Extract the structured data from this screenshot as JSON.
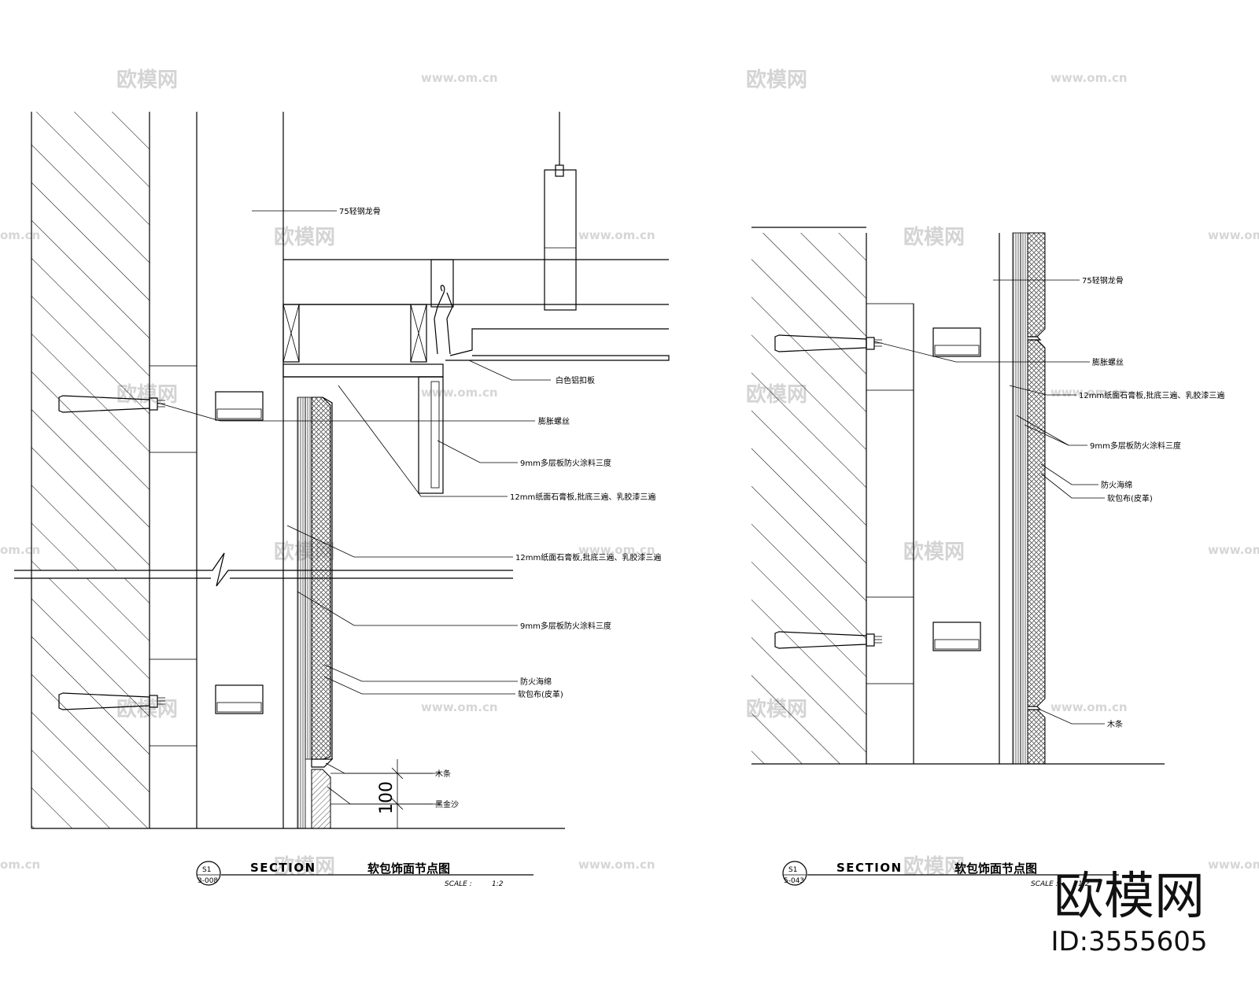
{
  "watermark": {
    "cn": "欧模网",
    "url": "www.om.cn",
    "url_partial": "om.cn"
  },
  "detail_left": {
    "callouts": [
      "75轻钢龙骨",
      "白色铝扣板",
      "膨胀螺丝",
      "9mm多层板防火涂料三度",
      "12mm纸面石膏板,批底三遍、乳胶漆三遍",
      "12mm纸面石膏板,批底三遍、乳胶漆三遍",
      "9mm多层板防火涂料三度",
      "防火海绵",
      "软包布(皮革)",
      "木条",
      "黑金沙"
    ],
    "dimension": "100",
    "title_word": "SECTION",
    "title_cn": "软包饰面节点图",
    "scale_label": "SCALE :",
    "scale_value": "1:2",
    "tag_top": "S1",
    "tag_bottom": "3-008"
  },
  "detail_right": {
    "callouts": [
      "75轻钢龙骨",
      "膨胀螺丝",
      "12mm纸面石膏板,批底三遍、乳胶漆三遍",
      "9mm多层板防火涂料三度",
      "防火海绵",
      "软包布(皮革)",
      "木条"
    ],
    "title_word": "SECTION",
    "title_cn": "软包饰面节点图",
    "scale_label": "SCALE :",
    "scale_value": "1:2",
    "tag_top": "S1",
    "tag_bottom": "5-043"
  },
  "brand": {
    "name": "欧模网",
    "id": "ID:3555605"
  }
}
